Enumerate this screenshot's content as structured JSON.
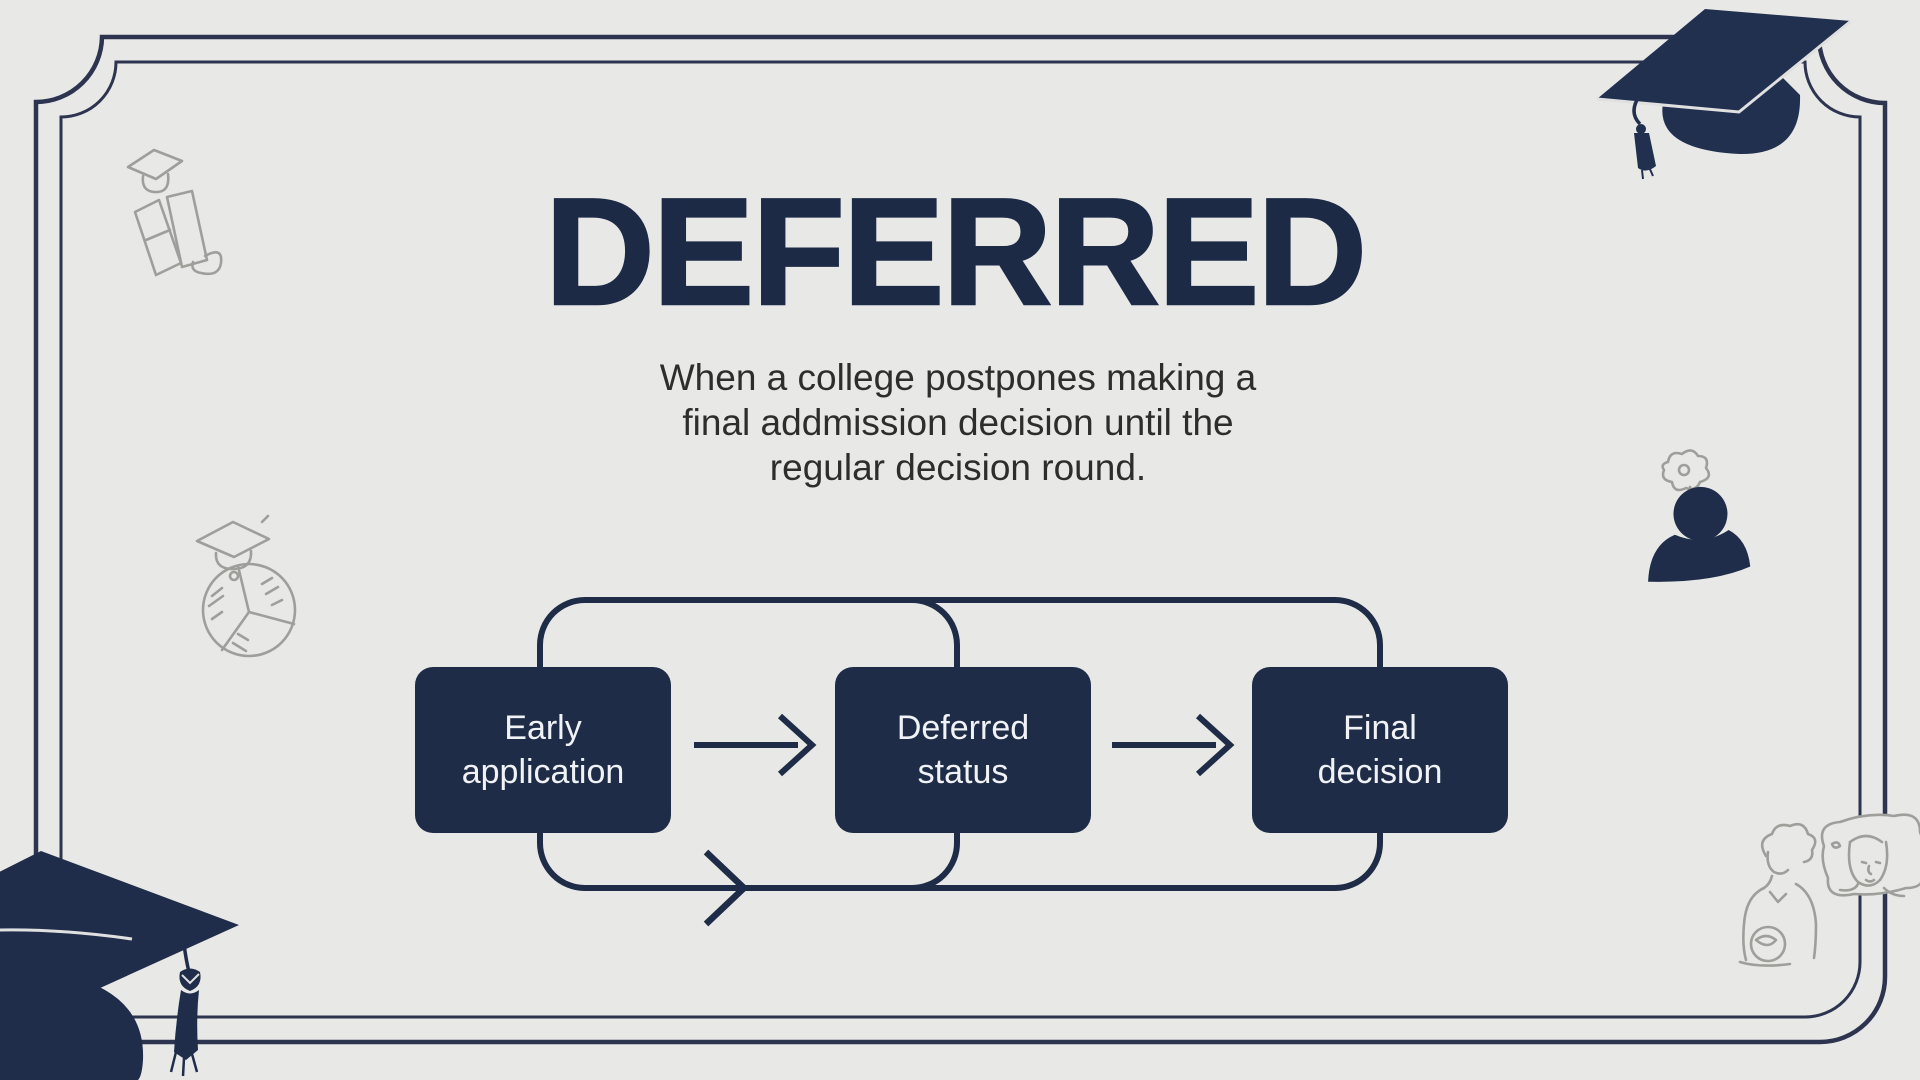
{
  "slide": {
    "title": "DEFERRED",
    "definition": "When a college postpones making a\nfinal addmission decision until the\nregular decision round.",
    "flowchart": {
      "steps": [
        {
          "label": "Early\napplication"
        },
        {
          "label": "Deferred\nstatus"
        },
        {
          "label": "Final\ndecision"
        }
      ]
    },
    "decorations": [
      "graduation-cap-icon-bottom-left",
      "graduation-cap-icon-top-right",
      "books-with-cap-doodle-icon",
      "cap-on-pie-circle-doodle-icon",
      "flower-doodle-icon",
      "person-silhouette-icon",
      "student-sketch-doodle-icon",
      "portrait-frame-doodle-icon"
    ],
    "colors": {
      "background": "#e8e8e6",
      "navy": "#1e2c47",
      "frame_line": "#2c3450",
      "doodle_line": "#9e9e9a",
      "box_text": "#f0f2f5",
      "definition_text": "#2d2d2d"
    }
  }
}
